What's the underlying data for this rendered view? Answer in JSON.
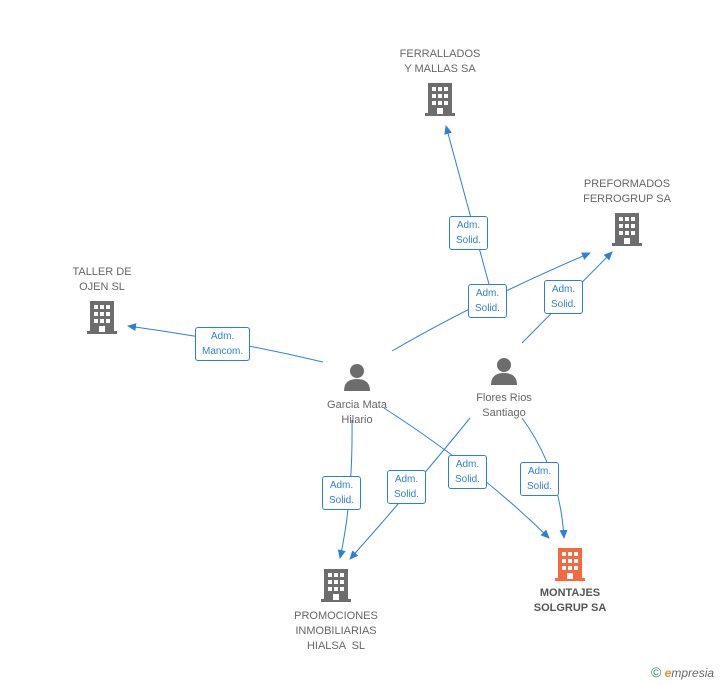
{
  "nodes": {
    "ferrallados": {
      "line1": "FERRALLADOS",
      "line2": "Y MALLAS SA"
    },
    "preformados": {
      "line1": "PREFORMADOS",
      "line2": "FERROGRUP SA"
    },
    "taller": {
      "line1": "TALLER DE",
      "line2": "OJEN SL"
    },
    "garcia": {
      "line1": "Garcia Mata",
      "line2": "Hilario"
    },
    "flores": {
      "line1": "Flores Rios",
      "line2": "Santiago"
    },
    "promociones": {
      "line1": "PROMOCIONES",
      "line2": "INMOBILIARIAS",
      "line3": "HIALSA  SL"
    },
    "montajes": {
      "line1": "MONTAJES",
      "line2": "SOLGRUP SA"
    }
  },
  "relations": {
    "r1": {
      "line1": "Adm.",
      "line2": "Solid."
    },
    "r2": {
      "line1": "Adm.",
      "line2": "Solid."
    },
    "r3": {
      "line1": "Adm.",
      "line2": "Solid."
    },
    "r4": {
      "line1": "Adm.",
      "line2": "Mancom."
    },
    "r5": {
      "line1": "Adm.",
      "line2": "Solid."
    },
    "r6": {
      "line1": "Adm.",
      "line2": "Solid."
    },
    "r7": {
      "line1": "Adm.",
      "line2": "Solid."
    },
    "r8": {
      "line1": "Adm.",
      "line2": "Solid."
    }
  },
  "footer": {
    "copyright_symbol": "©",
    "brand_e": "e",
    "brand_rest": "mpresia"
  },
  "colors": {
    "edge": "#2f7fd8",
    "company_icon": "#6d6d6d",
    "highlight_icon": "#f26a3d",
    "person_icon": "#6d6d6d"
  }
}
